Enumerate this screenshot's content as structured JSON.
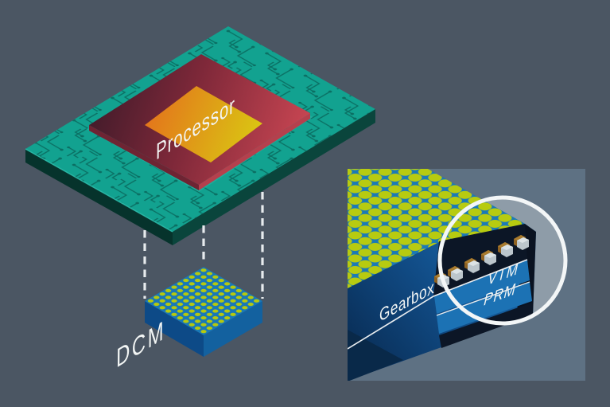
{
  "labels": {
    "processor": "Processor",
    "dcm": "DCM",
    "gearbox": "Gearbox",
    "vtm": "VTM",
    "prm": "PRM"
  },
  "colors": {
    "background": "#4B5663",
    "panel": "#5E7183",
    "board": "#12A290",
    "board_trace": "#0B6F63",
    "board_side_left": "#06332C",
    "board_side_right": "#0A453C",
    "board_edge_highlight": "#2EBFAD",
    "chip_seat_outline": "#27B5A3",
    "chip_maroon": "#3C1A29",
    "chip_red": "#CE4854",
    "chip_side_left": "#6E2433",
    "chip_side_right": "#B5404D",
    "core_orange": "#E4711C",
    "core_yellow": "#D9CB12",
    "dcm_top": "#1878B8",
    "dcm_side_left": "#0D4A87",
    "dcm_side_right": "#13619F",
    "dot_yellow": "#B5C90F",
    "inset_top": "#1B7AB7",
    "inset_dot": "#B7CB10",
    "band_blue": "#1C72B4",
    "cavity": "#0C1626",
    "edge_black": "#0A1220",
    "bottom_shade": "#092949",
    "dash_white": "#E7EBEE",
    "line_white": "#E9EDF0",
    "ring_white": "#F3F6F7",
    "magnifier_fill": "rgba(255,255,255,0.30)",
    "label_white": "#F2F5F4"
  }
}
